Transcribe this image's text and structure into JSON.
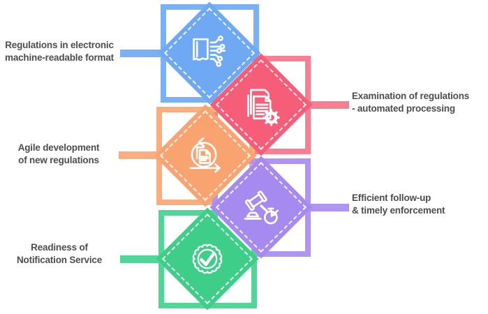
{
  "figure": {
    "type": "process-infographic",
    "background": "#ffffff",
    "text_color": "#4D4D4D"
  },
  "items": [
    {
      "id": "machine-readable-regulations",
      "color": "#6FA9F4",
      "connector_color": "#79B0F6",
      "icon": "book-circuit-icon",
      "label_side": "left",
      "label_line1": "Regulations in electronic",
      "label_line2": "machine-readable format"
    },
    {
      "id": "automated-examination",
      "color": "#F65D78",
      "connector_color": "#F87E92",
      "icon": "documents-gear-icon",
      "label_side": "right",
      "label_line1": "Examination of regulations",
      "label_line2": "- automated processing"
    },
    {
      "id": "agile-development",
      "color": "#F9A470",
      "connector_color": "#FAAE80",
      "icon": "agile-sprint-docs-icon",
      "label_side": "left",
      "label_line1": "Agile development",
      "label_line2": "of new regulations"
    },
    {
      "id": "timely-enforcement",
      "color": "#A78AEF",
      "connector_color": "#AF94F3",
      "icon": "gavel-stopwatch-icon",
      "label_side": "right",
      "label_line1": "Efficient follow-up",
      "label_line2": "& timely enforcement"
    },
    {
      "id": "readiness-of-service",
      "color": "#3FCD8A",
      "connector_color": "#52D598",
      "icon": "verified-badge-icon",
      "label_side": "left",
      "label_line1": "Readiness of",
      "label_line2": "Notification Service"
    }
  ]
}
